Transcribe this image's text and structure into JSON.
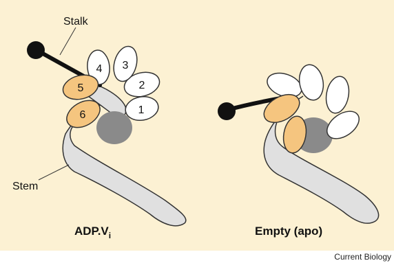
{
  "colors": {
    "background": "#fcf1d3",
    "stem_fill": "#e0e0e0",
    "stem_stroke": "#333333",
    "motor_domain": "#8a8a8a",
    "ring_subunit_white": "#ffffff",
    "ring_subunit_orange": "#f5c57f",
    "stalk": "#111111"
  },
  "labels": {
    "stalk": "Stalk",
    "stem": "Stem"
  },
  "ring_numbers": [
    "1",
    "2",
    "3",
    "4",
    "5",
    "6"
  ],
  "panels": {
    "left_title": "ADP.V",
    "left_title_subscript": "i",
    "right_title": "Empty (apo)"
  },
  "credit": "Current Biology"
}
